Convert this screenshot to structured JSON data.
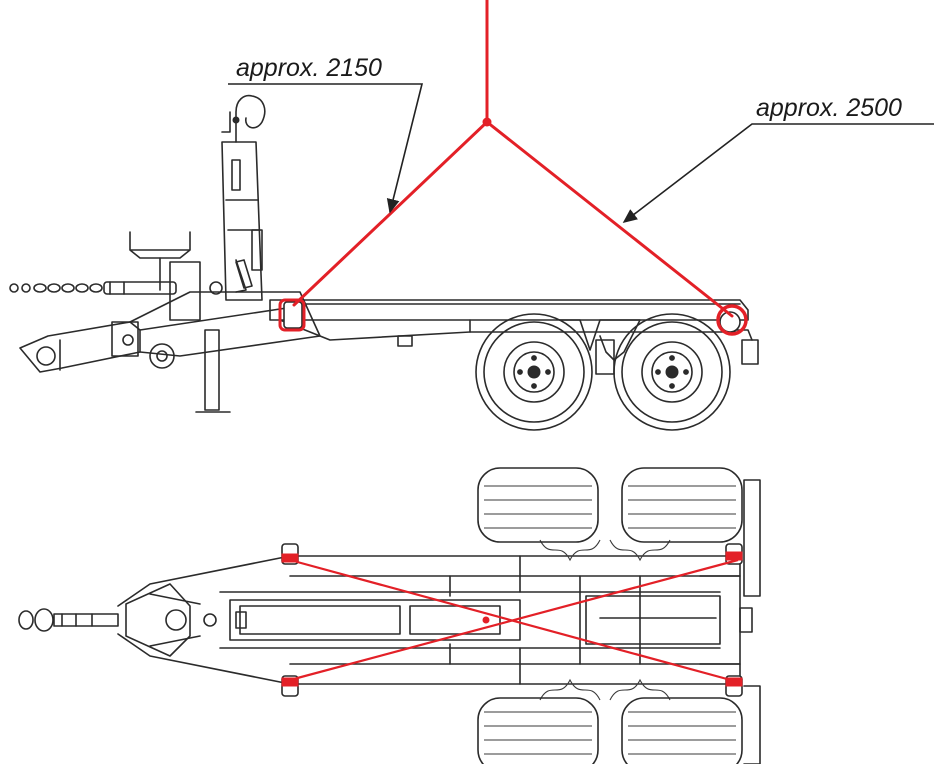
{
  "annotations": {
    "sling_short": "approx. 2150",
    "sling_long": "approx. 2500"
  },
  "colors": {
    "sling": "#e32027",
    "drawing": "#2b2b2b",
    "background": "#ffffff"
  },
  "icons": {
    "side_view": "trailer-side-view",
    "top_view": "trailer-top-view",
    "lift_hook": "hook-icon",
    "attachment_points": "lifting-point-marker"
  }
}
